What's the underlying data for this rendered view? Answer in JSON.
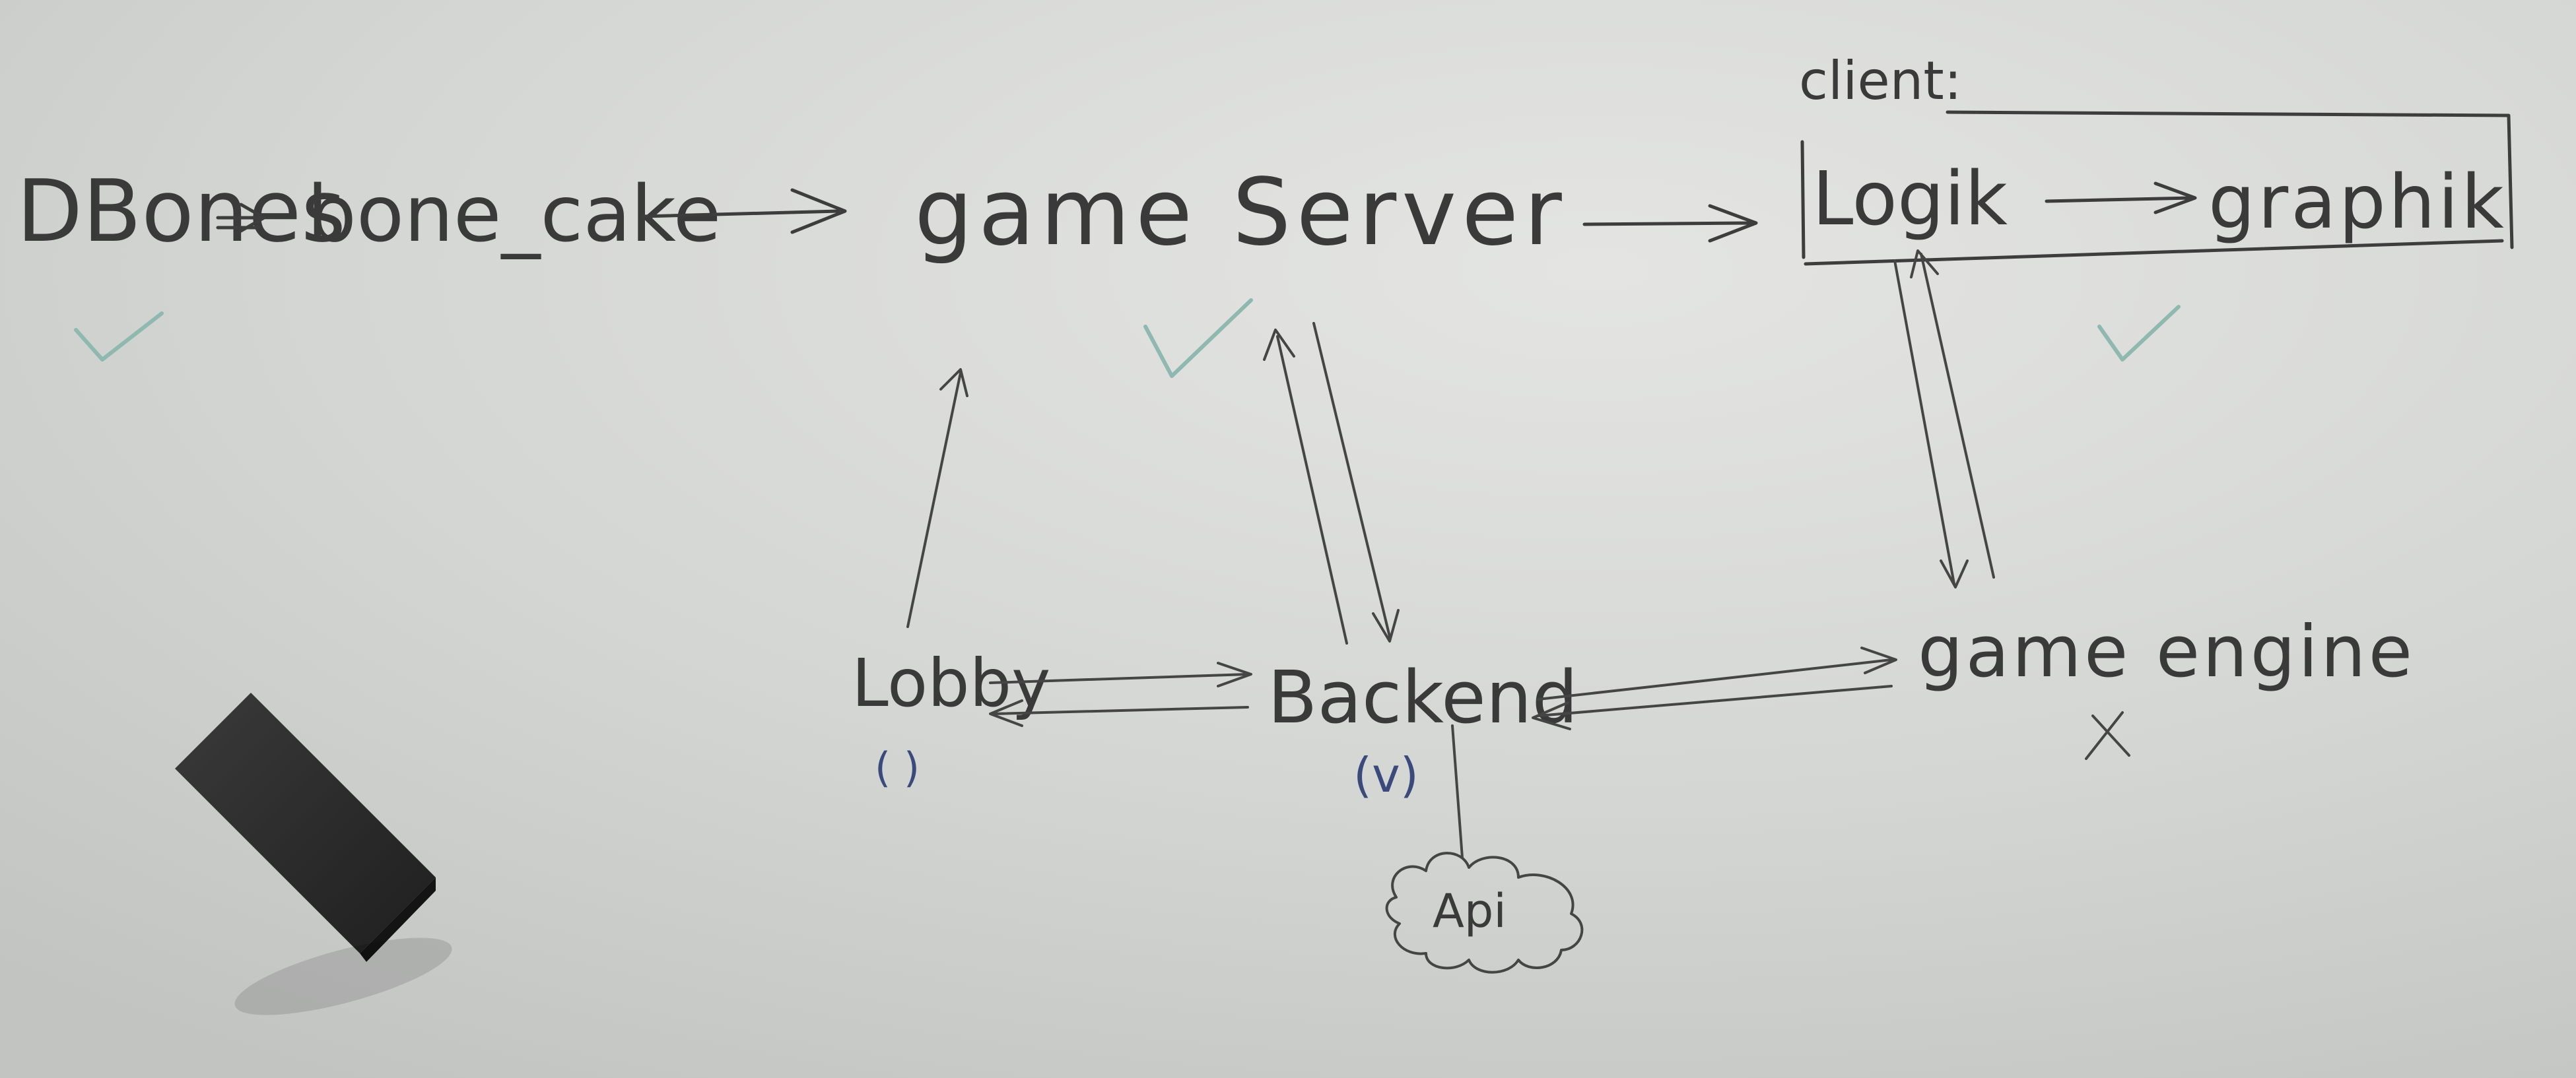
{
  "diagram": {
    "nodes": {
      "dbones": "DBones",
      "bonecake": "bone_cake",
      "game_server": "game Server",
      "client_label": "client:",
      "logik": "Logik",
      "graphik": "graphik",
      "lobby": "Lobby",
      "backend": "Backend",
      "game_engine": "game engine",
      "api": "Api"
    },
    "status_marks": {
      "dbones": "✓",
      "game_server": "✓",
      "graphik": "✓",
      "game_engine": "✗",
      "lobby": "( )",
      "backend": "(v)"
    }
  },
  "colors": {
    "board": "#d6d8d6",
    "ink": "#3d3d3d",
    "check": "#8fb9b0",
    "status_blue": "#3a4a7a",
    "eraser": "#2b2b2b"
  }
}
